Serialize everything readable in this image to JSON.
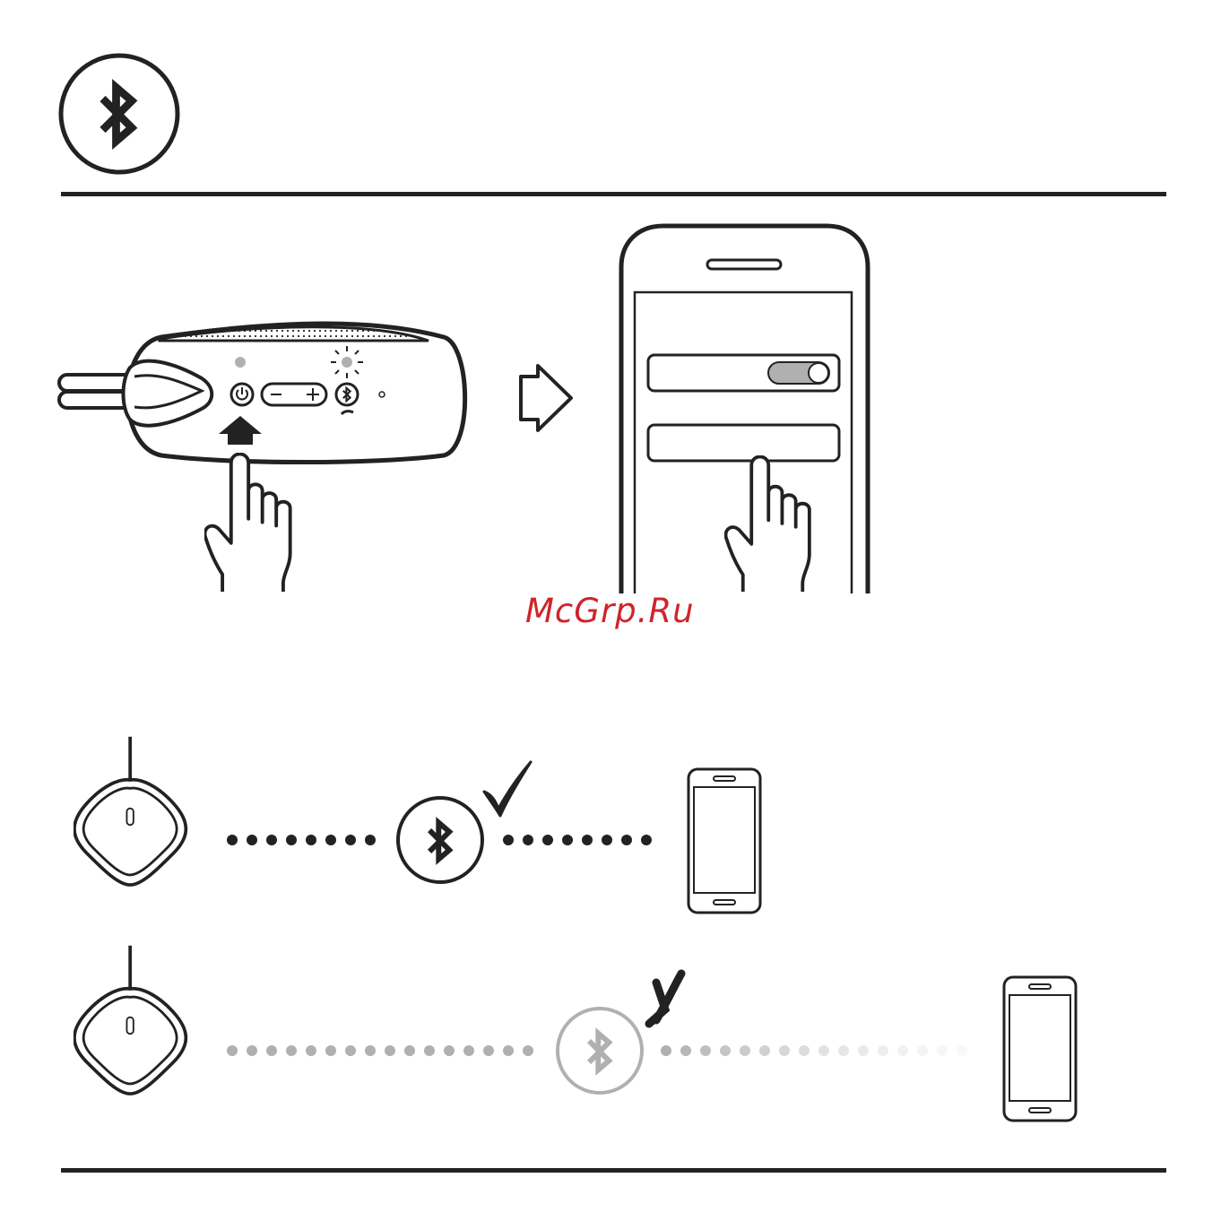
{
  "watermark": {
    "text": "McGrp.Ru",
    "color": "#d0232a"
  },
  "colors": {
    "ink": "#222222",
    "faded": "#b0b0b0",
    "white": "#ffffff"
  },
  "header": {
    "icon": "bluetooth-icon"
  },
  "step1": {
    "speaker_buttons": [
      "power-button",
      "volume-down-button",
      "volume-up-button",
      "bluetooth-button"
    ],
    "hint_icon": "arrow-up-icon"
  },
  "step2": {
    "phone_rows": [
      "bluetooth-toggle-row",
      "device-list-row"
    ],
    "toggle_state": "on"
  },
  "status": [
    {
      "state": "connected",
      "mark": "check-icon"
    },
    {
      "state": "out-of-range",
      "mark": "cross-icon"
    }
  ]
}
